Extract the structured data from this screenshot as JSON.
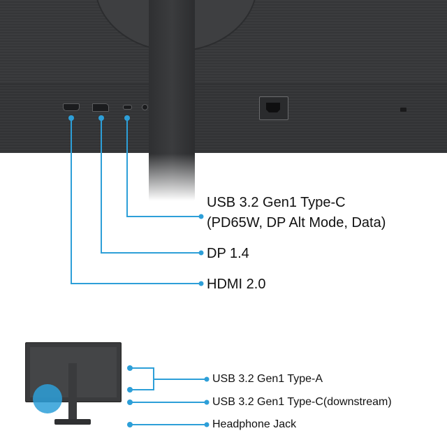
{
  "top_callouts": {
    "usbc_line1": "USB 3.2 Gen1 Type-C",
    "usbc_line2": "(PD65W, DP Alt Mode, Data)",
    "dp": "DP 1.4",
    "hdmi": "HDMI 2.0"
  },
  "bottom_callouts": {
    "usba": "USB 3.2 Gen1 Type-A",
    "usbc_down": "USB 3.2 Gen1 Type-C(downstream)",
    "headphone": "Headphone Jack"
  },
  "colors": {
    "accent": "#2d9fd8",
    "monitor": "#3b3c3e",
    "text": "#111111"
  }
}
